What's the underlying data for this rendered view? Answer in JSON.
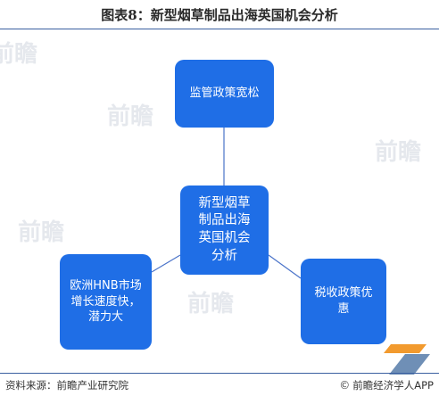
{
  "title": "图表8：新型烟草制品出海英国机会分析",
  "diagram": {
    "center": [
      "新型烟草",
      "制品出海",
      "英国机会",
      "分析"
    ],
    "top": [
      "监管政策宽松"
    ],
    "left": [
      "欧洲HNB市场",
      "增长速度快，",
      "潜力大"
    ],
    "right": [
      "税收政策优",
      "惠"
    ]
  },
  "footer": {
    "source": "资料来源：前瞻产业研究院",
    "brand_symbol": "©",
    "brand": "前瞻经济学人APP"
  },
  "colors": {
    "box": "#1f6ee6",
    "line": "#4a73c9",
    "rule": "#3a5fa0"
  },
  "icons": {
    "logo": "qianzhan-logo-icon"
  }
}
